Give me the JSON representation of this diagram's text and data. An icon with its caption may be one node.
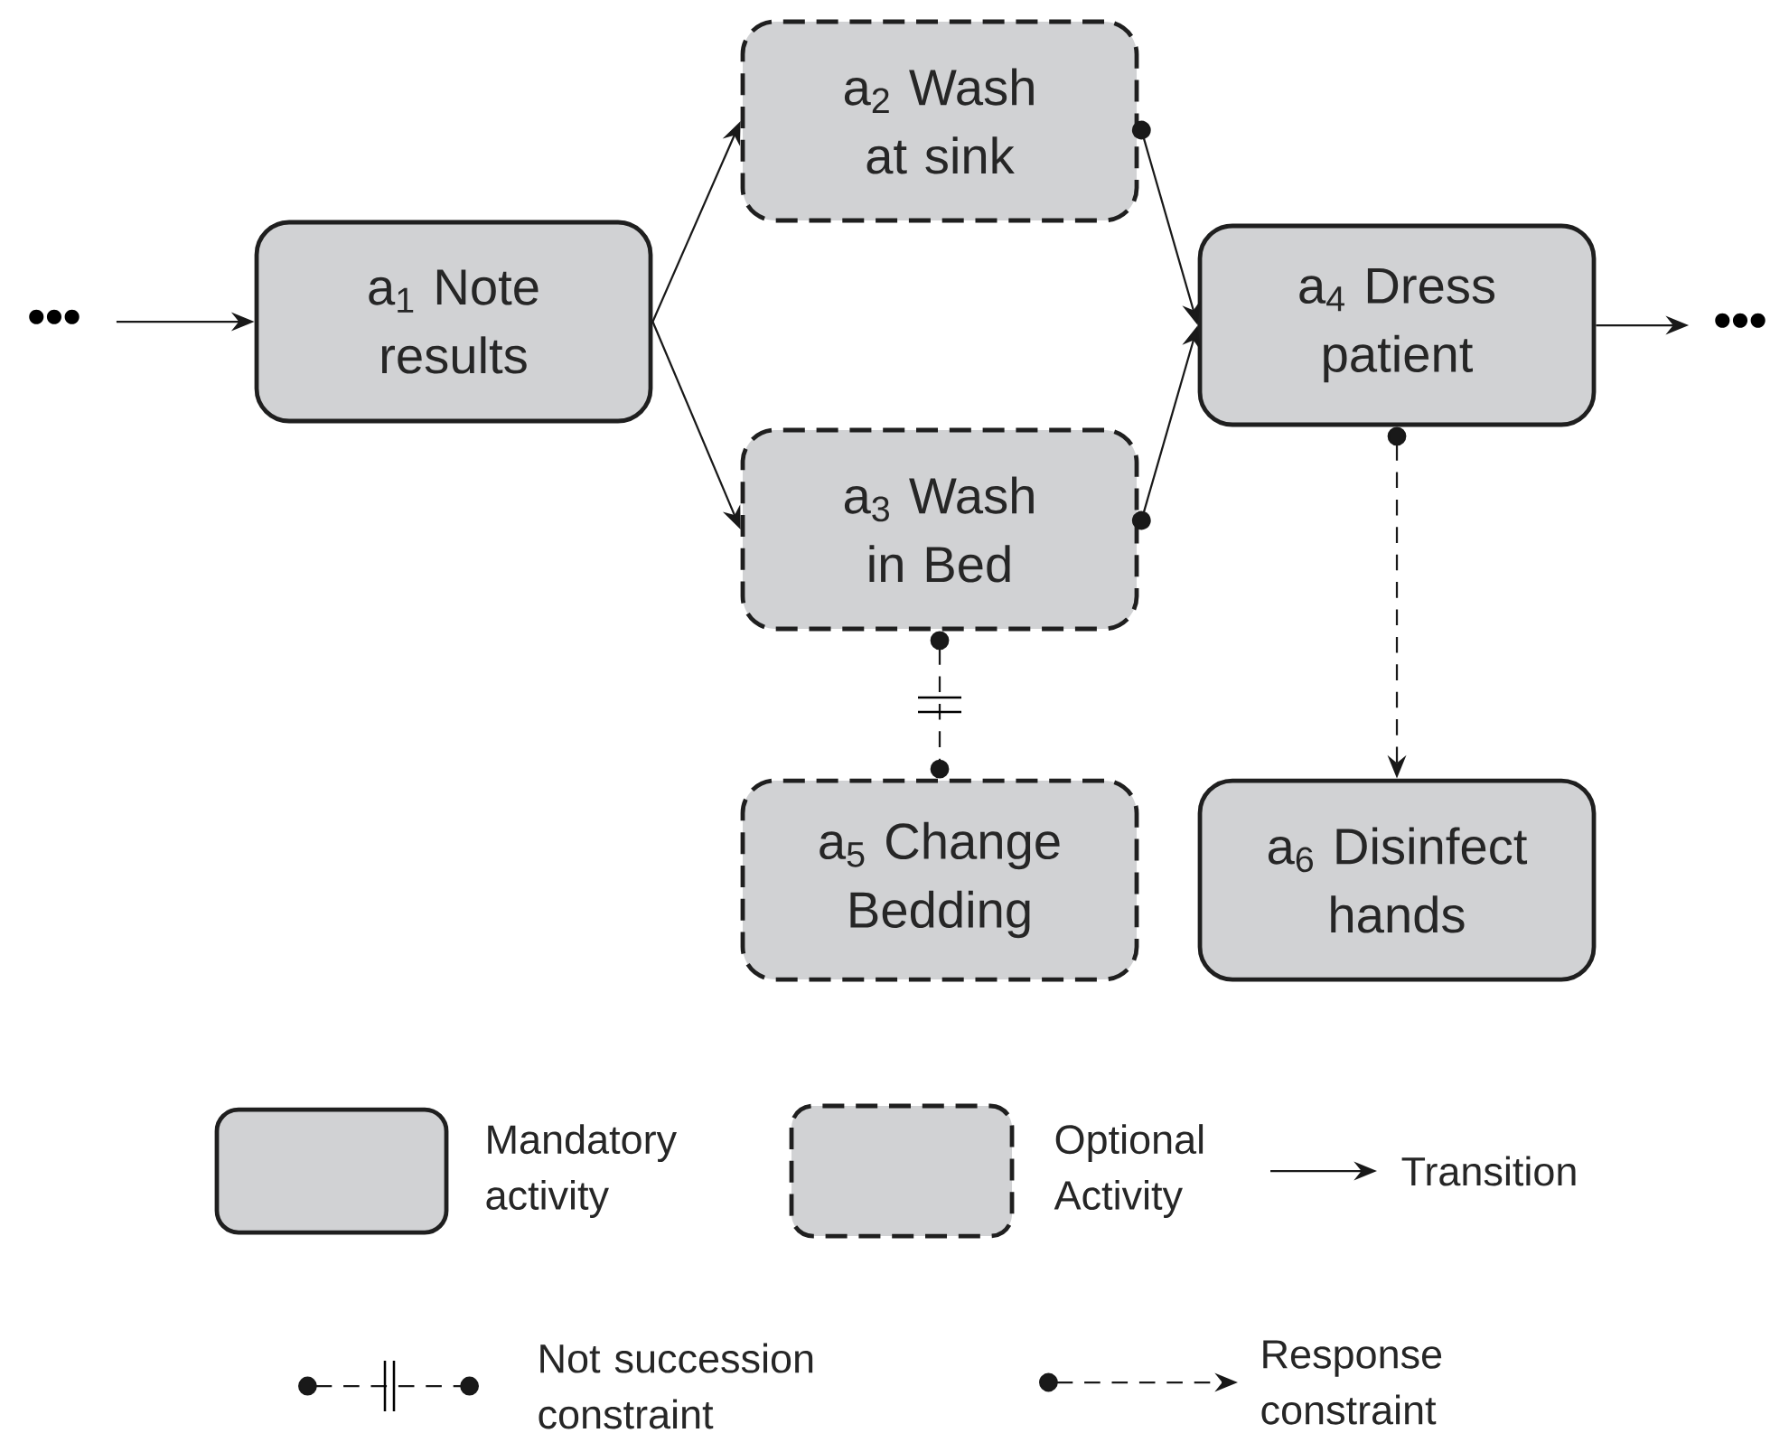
{
  "diagram": {
    "nodes": [
      {
        "text": [
          "•••"
        ]
      },
      {
        "text": [
          "a$_{1}$ Note results"
        ]
      },
      {
        "text": [
          "a$_{2}$ Wash at sink"
        ]
      },
      {
        "text": [
          "a$_{3}$ Wash in Bed"
        ]
      },
      {
        "text": [
          "a$_{4}$ Dress patient"
        ]
      },
      {
        "text": [
          "•••"
        ]
      },
      {
        "text": [
          "a$_{5}$ Change Bedding"
        ]
      },
      {
        "text": [
          "a$_{6}$ Disinfect hands"
        ]
      }
    ],
    "edges": [
      {
        "from": 0,
        "to": 1,
        "arrow": "to"
      },
      {
        "from": 1,
        "to": 2,
        "arrow": "to"
      },
      {
        "from": 1,
        "to": 3,
        "arrow": "to"
      },
      {
        "from": 2,
        "to": 4,
        "arrow": "to"
      },
      {
        "from": 3,
        "to": 4,
        "arrow": "to"
      },
      {
        "from": 4,
        "to": 5,
        "arrow": "to"
      },
      {
        "from": 3,
        "to": 6,
        "arrow": "other",
        "style": "dashed"
      },
      {
        "from": 4,
        "to": 7,
        "arrow": "to",
        "style": "dashed"
      }
    ],
    "legend": [
      {
        "text": "Mandatory activity"
      },
      {
        "text": "Optional Activity"
      },
      {
        "text": "Transition"
      },
      {
        "text": "Not succession constraint"
      },
      {
        "text": "Response constraint"
      }
    ]
  }
}
